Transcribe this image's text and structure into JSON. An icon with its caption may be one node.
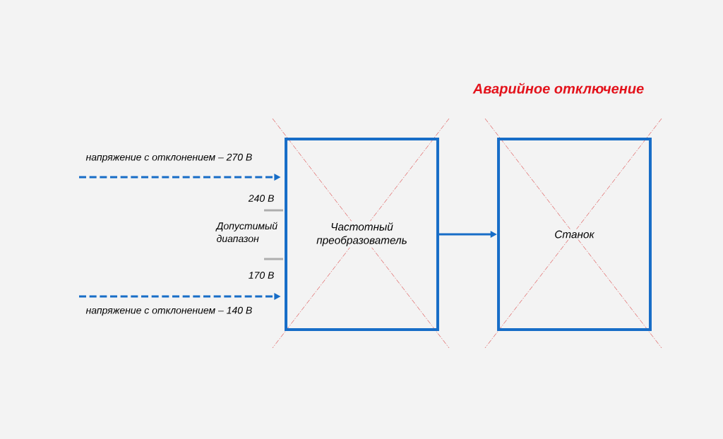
{
  "diagram": {
    "title": "Аварийное отключение",
    "nodes": [
      {
        "text": [
          "Частотный преобразователь"
        ]
      },
      {
        "text": [
          "Станок"
        ]
      }
    ],
    "edges": [
      {
        "from": 0,
        "to": 1,
        "arrow": "to"
      },
      {
        "from": null,
        "to": 0,
        "arrow": "to",
        "style": "dashed",
        "label": "напряжение с отклонением – 270 В"
      },
      {
        "from": null,
        "to": 0,
        "arrow": "to",
        "style": "dashed",
        "label": "напряжение с отклонением – 140 В"
      }
    ],
    "labels": [
      "240 В",
      "Допустимый диапазон",
      "170 В"
    ]
  }
}
